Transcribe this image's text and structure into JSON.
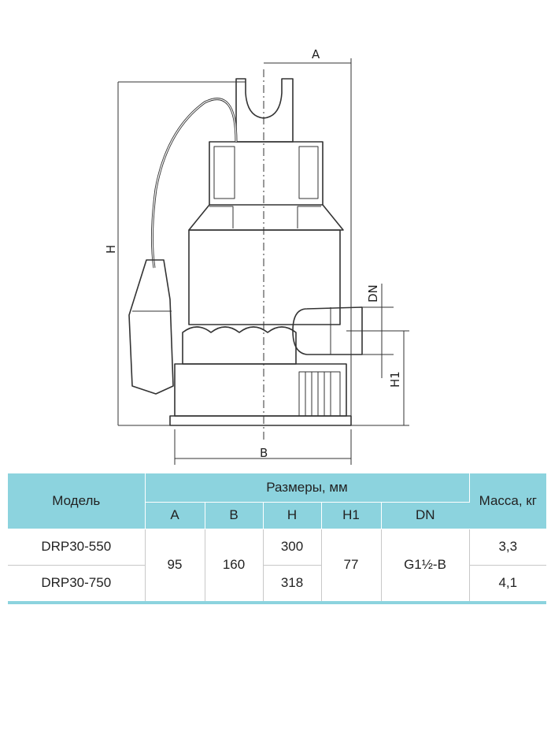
{
  "drawing": {
    "dim_labels": {
      "a": "A",
      "b": "B",
      "h": "H",
      "h1": "H1",
      "dn": "DN"
    }
  },
  "table": {
    "header": {
      "model": "Модель",
      "dimensions_group": "Размеры, мм",
      "mass": "Масса, кг",
      "columns": [
        "A",
        "B",
        "H",
        "H1",
        "DN"
      ]
    },
    "shared": {
      "a": "95",
      "b": "160",
      "h1": "77",
      "dn": "G1½-B"
    },
    "rows": [
      {
        "model": "DRP30-550",
        "h": "300",
        "mass": "3,3"
      },
      {
        "model": "DRP30-750",
        "h": "318",
        "mass": "4,1"
      }
    ]
  }
}
